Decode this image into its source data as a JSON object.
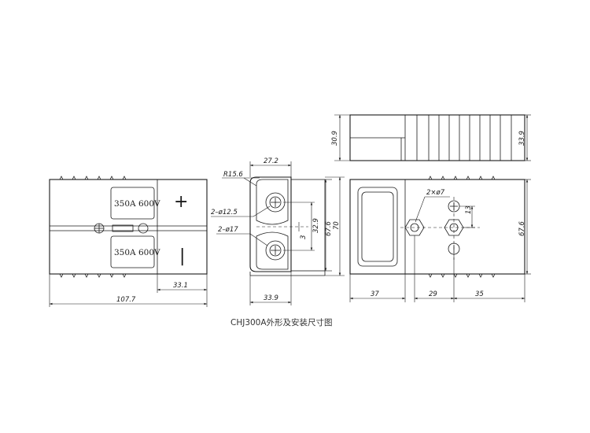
{
  "caption": "CHJ300A外形及安装尺寸图",
  "labels": {
    "rating_top": "350A 600V",
    "rating_bottom": "350A 600V",
    "plus": "+",
    "bar": "|"
  },
  "dims": {
    "overall_length": "107.7",
    "front_length": "33.1",
    "side_top_width": "27.2",
    "radius": "R15.6",
    "hole_a": "2–ø12.5",
    "hole_b": "2–ø17",
    "pitch": "32.9",
    "gap": "3",
    "inner_height": "67.6",
    "outer_height": "70",
    "side_bottom_width": "33.9",
    "top_view_left": "30.9",
    "top_view_right": "33.9",
    "bolt_holes": "2×ø7",
    "offset": "13",
    "right_height": "67.6",
    "base_37": "37",
    "base_29": "29",
    "base_35": "35"
  }
}
